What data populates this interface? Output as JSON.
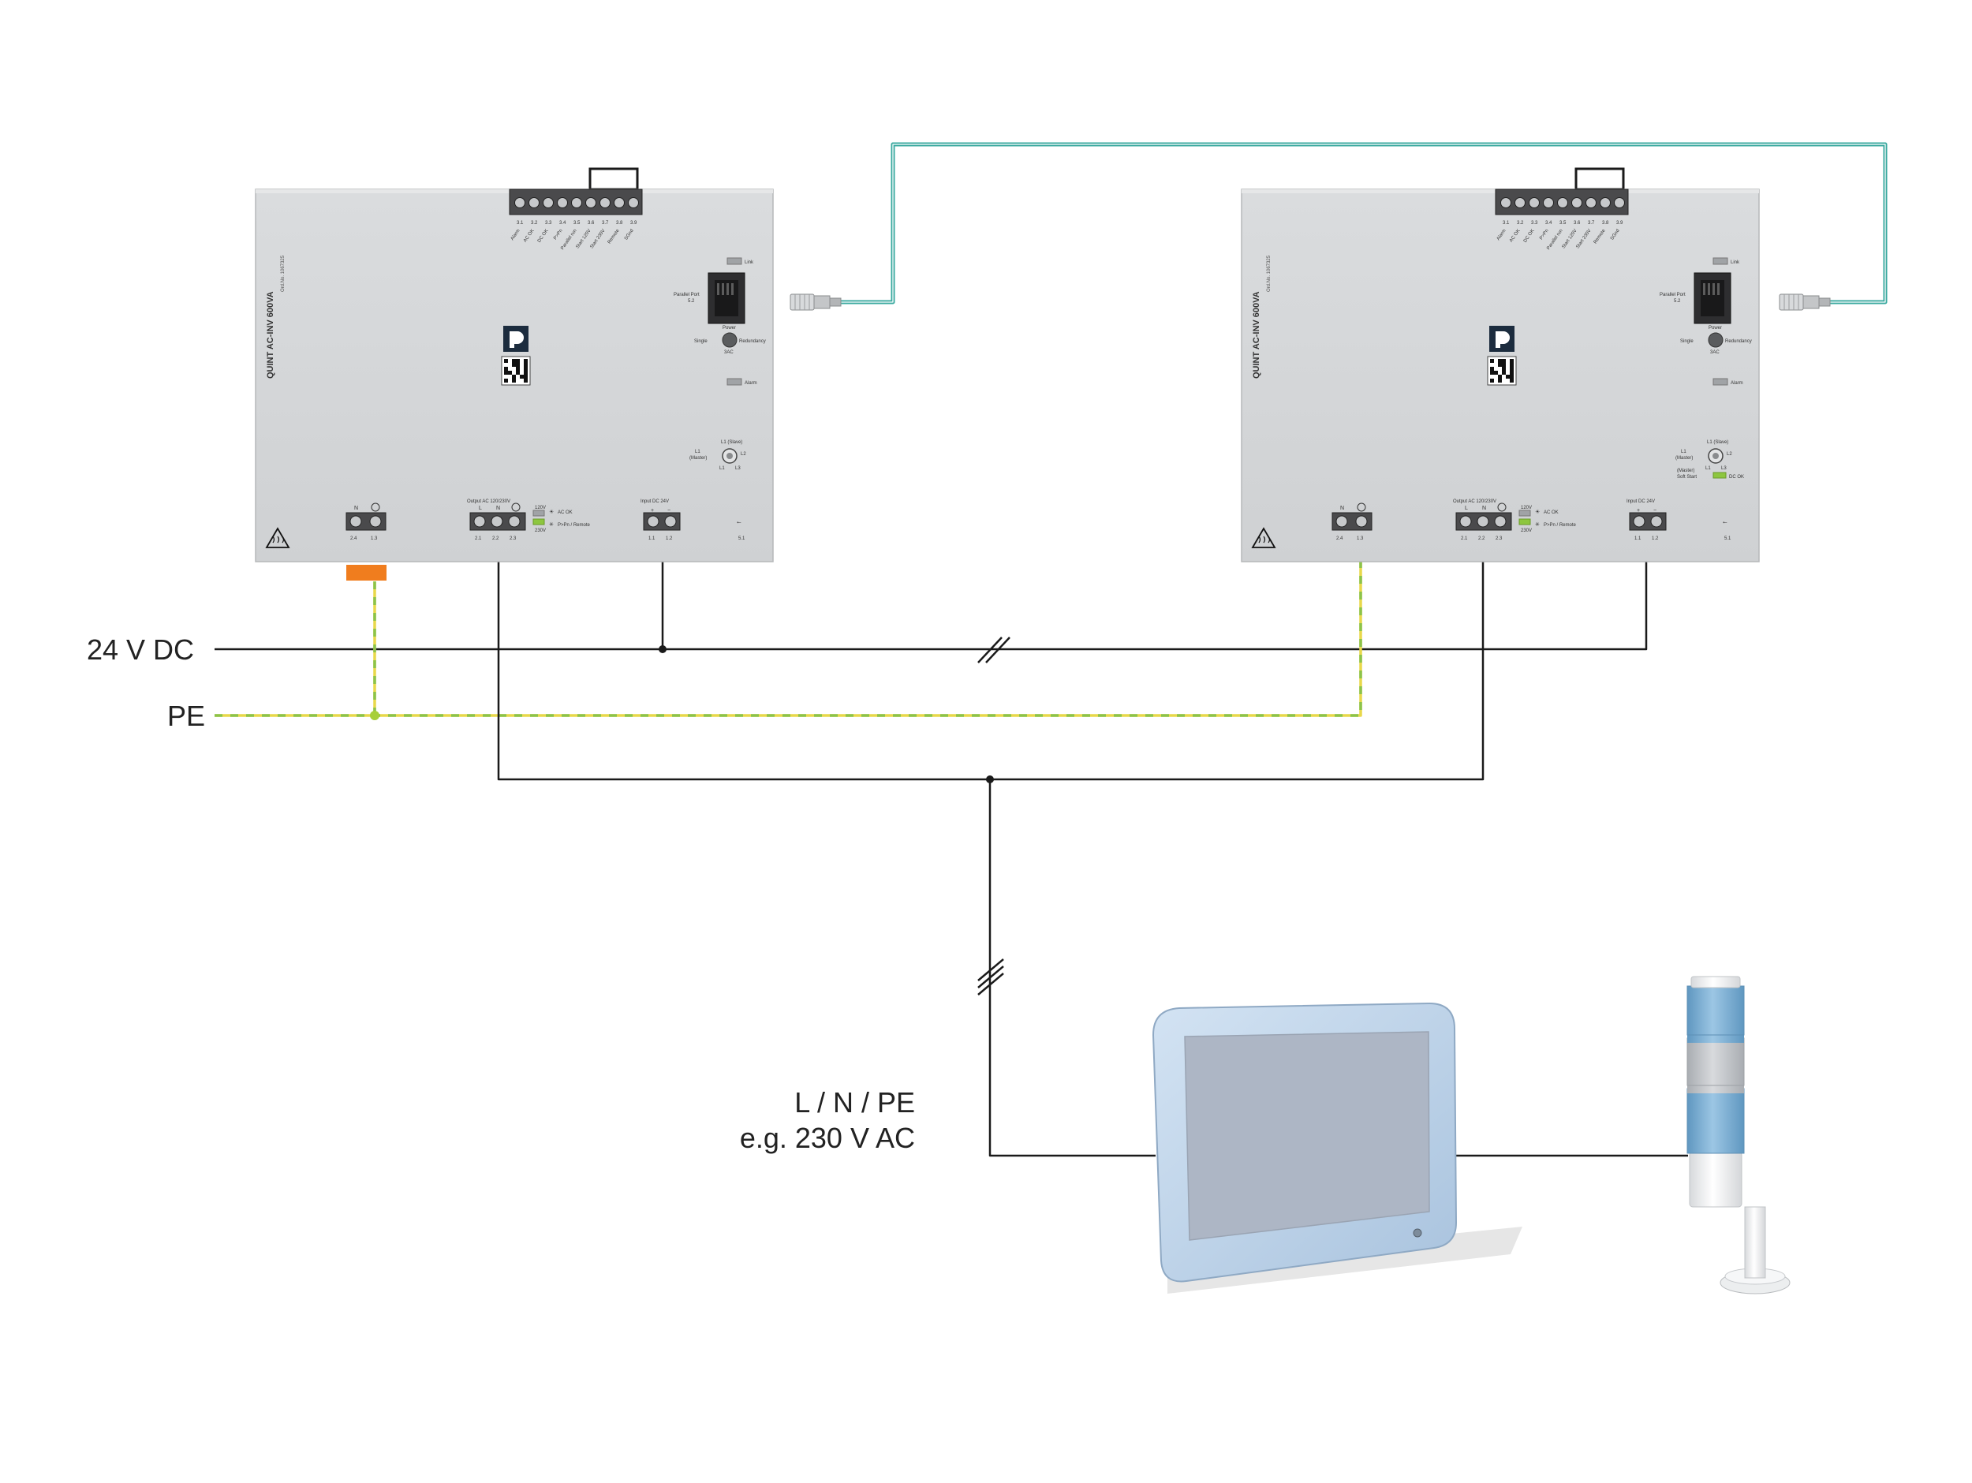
{
  "bus_labels": {
    "dc": "24 V DC",
    "pe": "PE",
    "ac_line1": "L / N / PE",
    "ac_line2": "e.g. 230 V AC"
  },
  "device": {
    "name": "QUINT AC-INV 600VA",
    "order_no": "Ord.No. 1067325",
    "signal_numbers": [
      "3.1",
      "3.2",
      "3.3",
      "3.4",
      "3.5",
      "3.6",
      "3.7",
      "3.8",
      "3.9"
    ],
    "signal_names": [
      "Alarm",
      "AC OK",
      "DC OK",
      "P>Pn",
      "Parallel run",
      "Start 120V",
      "Start 230V",
      "Remote",
      "SGnd"
    ],
    "link": "Link",
    "parallel_port": "Parallel Port",
    "parallel_port_no": "5.2",
    "power": "Power",
    "single": "Single",
    "redundancy": "Redundancy",
    "threeac": "3AC",
    "alarm": "Alarm",
    "l1_slave": "L1 (Slave)",
    "l1_master": "L1 (Master)",
    "l2": "L2",
    "l1": "L1",
    "l3": "L3",
    "master_soft_start": "(Master) Soft Start",
    "dc_ok": "DC OK",
    "pe_n": "N",
    "pe_nums": [
      "2.4",
      "1.3"
    ],
    "output_title": "Output AC 120/230V",
    "output_labels": [
      "L",
      "N"
    ],
    "output_nums": [
      "2.1",
      "2.2",
      "2.3"
    ],
    "v120": "120V",
    "v230": "230V",
    "ac_ok": "AC OK",
    "ppn_remote": "P>Pn / Remote",
    "input_title": "Input DC 24V",
    "input_signs": [
      "+",
      "−"
    ],
    "input_nums": [
      "1.1",
      "1.2"
    ],
    "usb_no": "5.1"
  },
  "colors": {
    "wire": "#1a1a1a",
    "pe_yellow": "#e8d84a",
    "pe_green": "#8bc34a",
    "teal_cable": "#3aa99f",
    "orange_block": "#f07d1e",
    "device_body": "#d4d6d8",
    "hmi_frame": "#bcd3ea",
    "hmi_screen": "#adb6c5",
    "tower_blue": "#7fb2d6"
  }
}
